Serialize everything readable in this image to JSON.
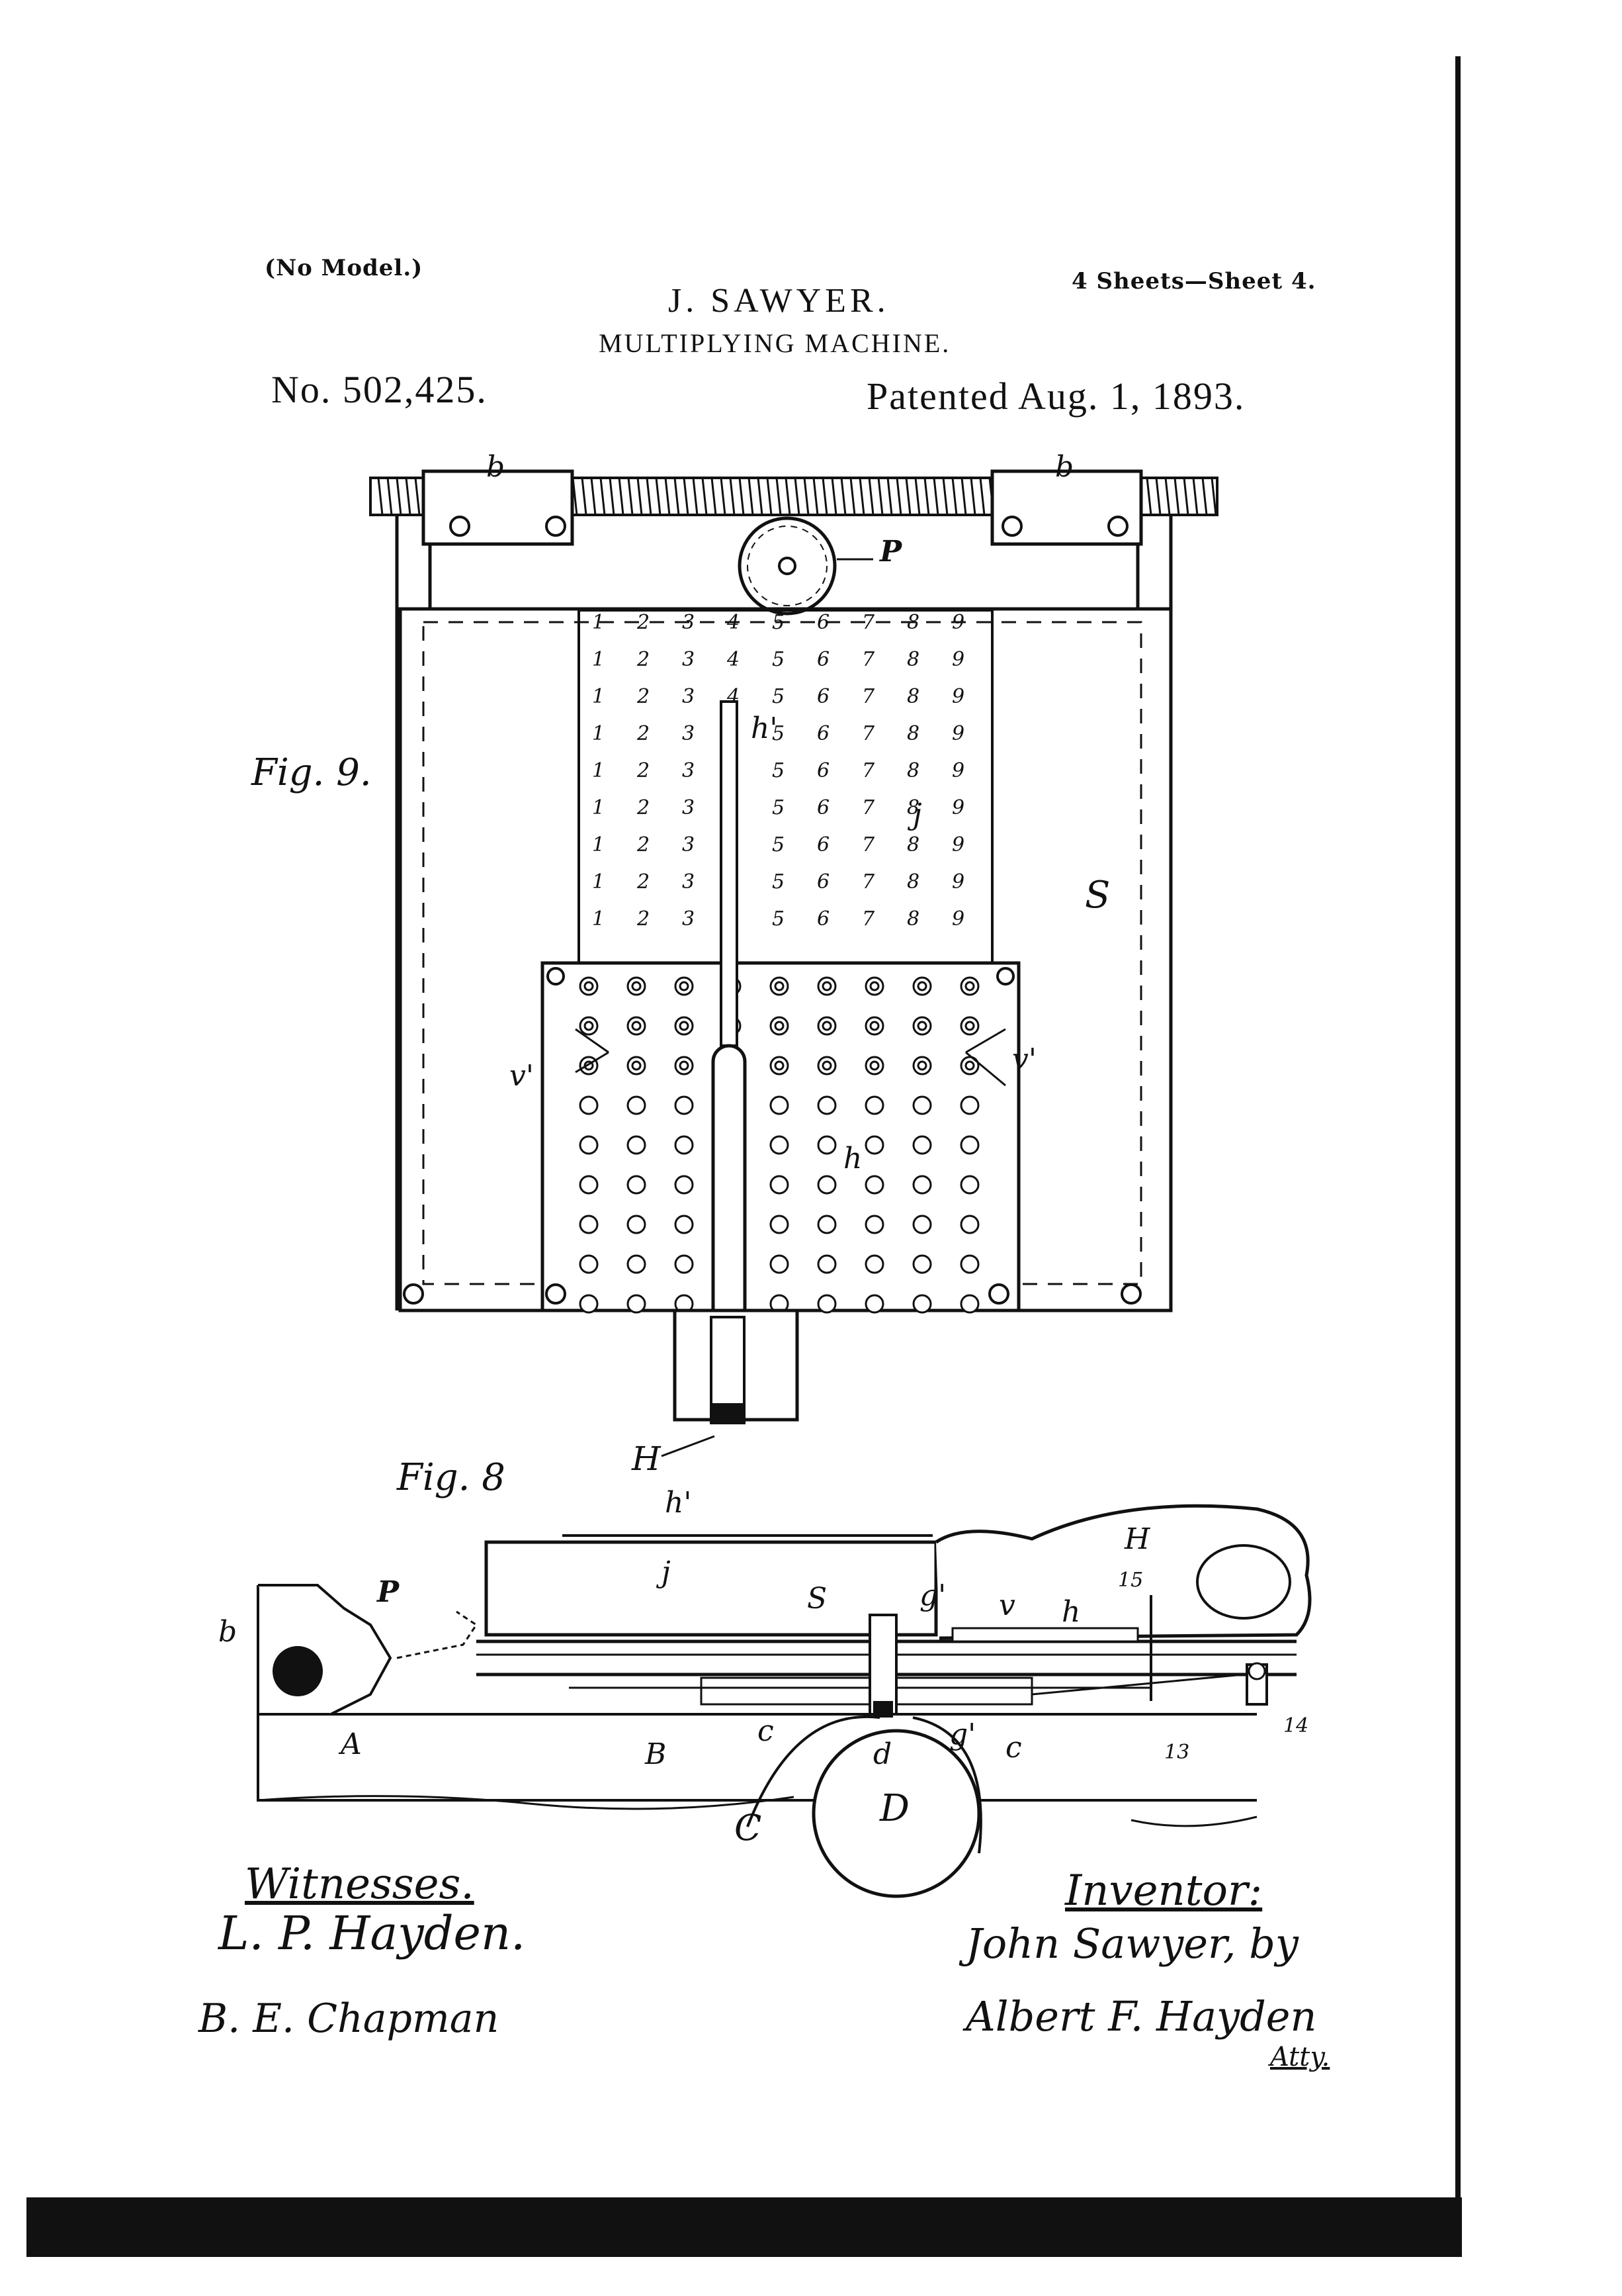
{
  "header": {
    "no_model": "(No Model.)",
    "sheets": "4 Sheets—Sheet 4.",
    "inventor_name": "J. SAWYER.",
    "invention_title": "MULTIPLYING MACHINE.",
    "patent_number": "No. 502,425.",
    "patent_date": "Patented Aug. 1, 1893."
  },
  "figures": {
    "fig9": {
      "caption": "Fig. 9.",
      "labels": {
        "P": "P",
        "S": "S",
        "h_prime": "h'",
        "j": "j",
        "h": "h",
        "v_left": "v'",
        "v_right": "v'",
        "H": "H",
        "b_left": "b",
        "b_right": "b"
      },
      "grid_digits": [
        "1",
        "2",
        "3",
        "4",
        "5",
        "6",
        "7",
        "8",
        "9"
      ]
    },
    "fig8": {
      "caption": "Fig. 8",
      "labels": {
        "h_prime": "h'",
        "j": "j",
        "H": "H",
        "P": "P",
        "b": "b",
        "S": "S",
        "g_prime_top": "g'",
        "v": "v",
        "h": "h",
        "n15": "15",
        "A": "A",
        "B": "B",
        "c_left": "c",
        "d": "d",
        "g_prime_bottom": "g'",
        "c_right": "c",
        "n13": "13",
        "n14": "14",
        "C": "C",
        "D": "D"
      }
    }
  },
  "signatures": {
    "witnesses_label": "Witnesses.",
    "witness_1": "L. P. Hayden.",
    "witness_2": "B. E. Chapman",
    "inventor_label": "Inventor:",
    "inventor_signature": "John Sawyer, by",
    "attorney_signature": "Albert F. Hayden",
    "attorney_abbrev": "Atty."
  }
}
